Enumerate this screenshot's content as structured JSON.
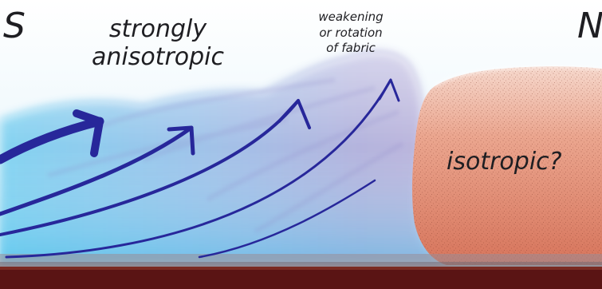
{
  "labels": {
    "south": "S",
    "north": "N",
    "anisotropic_line1": "strongly",
    "anisotropic_line2": "anisotropic",
    "weakening_line1": "weakening",
    "weakening_line2": "or rotation",
    "weakening_line3": "of fabric",
    "isotropic": "isotropic?"
  },
  "colors": {
    "ice_light": "#8fd8f0",
    "ice_purple": "#a7a6d8",
    "arrow": "#27279a",
    "isotropic_fill": "#e08c74",
    "bedrock": "#5a1414"
  }
}
